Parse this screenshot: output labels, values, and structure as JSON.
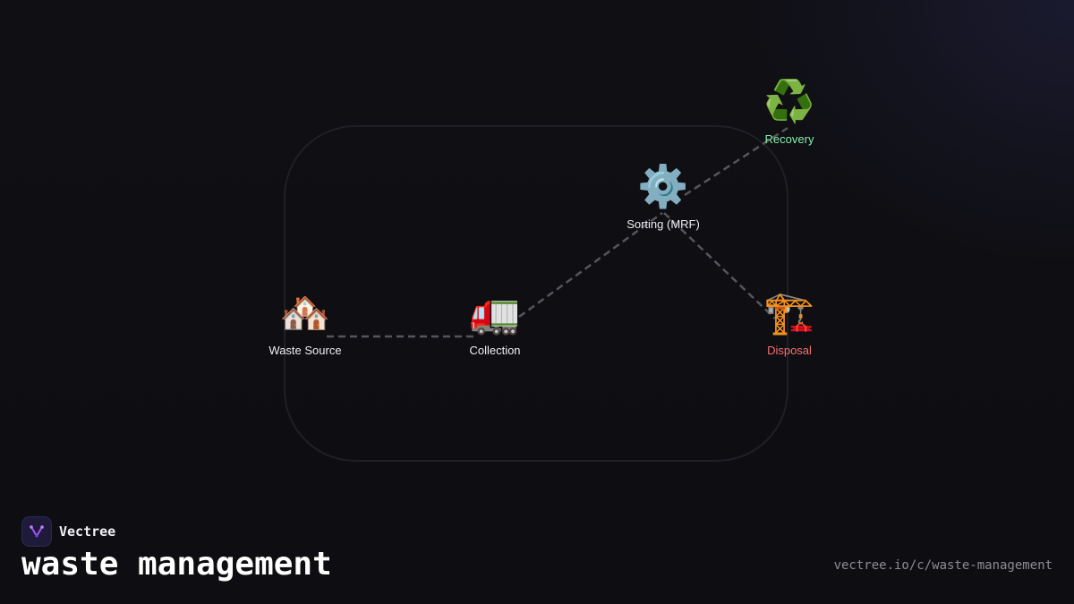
{
  "diagram": {
    "nodes": [
      {
        "id": "waste-source",
        "label": "Waste Source",
        "icon": "🏘️",
        "icon_name": "houses-icon",
        "label_color": "#eceef2"
      },
      {
        "id": "collection",
        "label": "Collection",
        "icon": "🚛",
        "icon_name": "truck-icon",
        "label_color": "#eceef2"
      },
      {
        "id": "sorting",
        "label": "Sorting (MRF)",
        "icon": "⚙️",
        "icon_name": "gear-icon",
        "label_color": "#eceef2"
      },
      {
        "id": "recovery",
        "label": "Recovery",
        "icon": "♻️",
        "icon_name": "recycle-icon",
        "label_color": "#86efac"
      },
      {
        "id": "disposal",
        "label": "Disposal",
        "icon": "🏗️",
        "icon_name": "crane-icon",
        "label_color": "#f87171"
      }
    ],
    "edges": [
      {
        "from": "waste-source",
        "to": "collection"
      },
      {
        "from": "collection",
        "to": "sorting"
      },
      {
        "from": "sorting",
        "to": "recovery"
      },
      {
        "from": "sorting",
        "to": "disposal"
      }
    ]
  },
  "brand": {
    "name": "Vectree"
  },
  "title": "waste management",
  "url": "vectree.io/c/waste-management",
  "colors": {
    "edge": "#55555c",
    "frame": "#1f1f25",
    "accent": "#a855f7"
  }
}
